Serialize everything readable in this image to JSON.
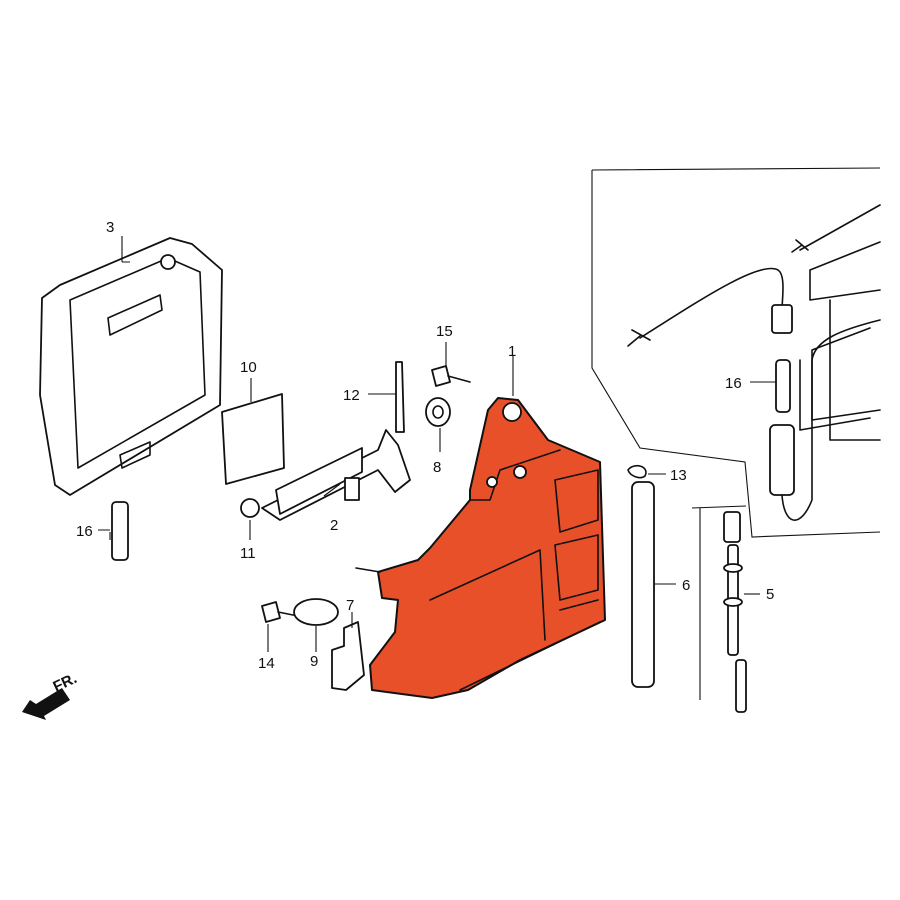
{
  "diagram": {
    "highlight_color": "#E8502A",
    "front_indicator": "FR.",
    "callouts": [
      {
        "id": "c1",
        "label": "1"
      },
      {
        "id": "c2",
        "label": "2"
      },
      {
        "id": "c3",
        "label": "3"
      },
      {
        "id": "c5",
        "label": "5"
      },
      {
        "id": "c6",
        "label": "6"
      },
      {
        "id": "c7",
        "label": "7"
      },
      {
        "id": "c8",
        "label": "8"
      },
      {
        "id": "c9",
        "label": "9"
      },
      {
        "id": "c10",
        "label": "10"
      },
      {
        "id": "c11",
        "label": "11"
      },
      {
        "id": "c12",
        "label": "12"
      },
      {
        "id": "c13",
        "label": "13"
      },
      {
        "id": "c14",
        "label": "14"
      },
      {
        "id": "c15",
        "label": "15"
      },
      {
        "id": "c16a",
        "label": "16"
      },
      {
        "id": "c16b",
        "label": "16"
      }
    ]
  }
}
